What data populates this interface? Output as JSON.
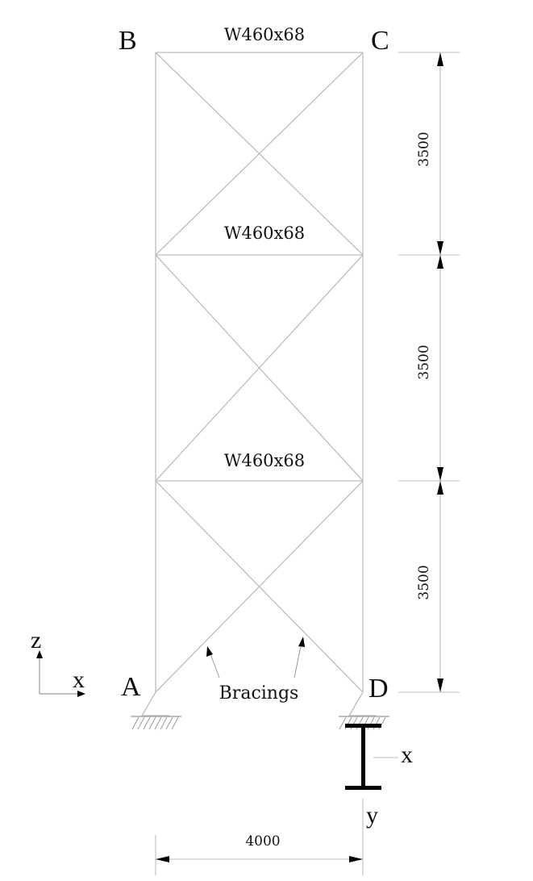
{
  "diagram": {
    "type": "braced-frame",
    "nodes": {
      "B": "B",
      "C": "C",
      "A": "A",
      "D": "D"
    },
    "beams": [
      {
        "label": "W460x68",
        "level": "roof"
      },
      {
        "label": "W460x68",
        "level": "floor-2"
      },
      {
        "label": "W460x68",
        "level": "floor-1"
      }
    ],
    "story_heights": [
      "3500",
      "3500",
      "3500"
    ],
    "bay_width": "4000",
    "bracing_label": "Bracings",
    "global_axes": {
      "vertical": "z",
      "horizontal": "x"
    },
    "section_axes": {
      "strong": "x",
      "weak": "y"
    },
    "colors": {
      "member": "#bdbdbd",
      "text": "#111111",
      "section": "#000000"
    }
  }
}
